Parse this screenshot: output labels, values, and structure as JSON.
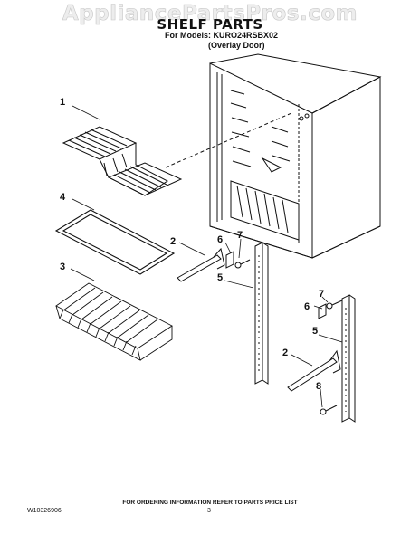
{
  "watermark": "AppliancePartsPros.com",
  "title": "SHELF PARTS",
  "subtitle_line1": "For Models: KURO24RSBX02",
  "subtitle_line2": "(Overlay Door)",
  "footer_note": "FOR ORDERING INFORMATION REFER TO PARTS PRICE LIST",
  "document_number": "W10326906",
  "page_number": "3",
  "callouts": {
    "wire_shelf": "1",
    "shelf_bracket_left": "2",
    "shelf_bracket_right": "2",
    "wire_basket": "3",
    "glass_shelf": "4",
    "standard_left": "5",
    "standard_right": "5",
    "clip_left": "6",
    "clip_right": "6",
    "screw_left": "7",
    "screw_right": "7",
    "screw_bottom": "8"
  }
}
